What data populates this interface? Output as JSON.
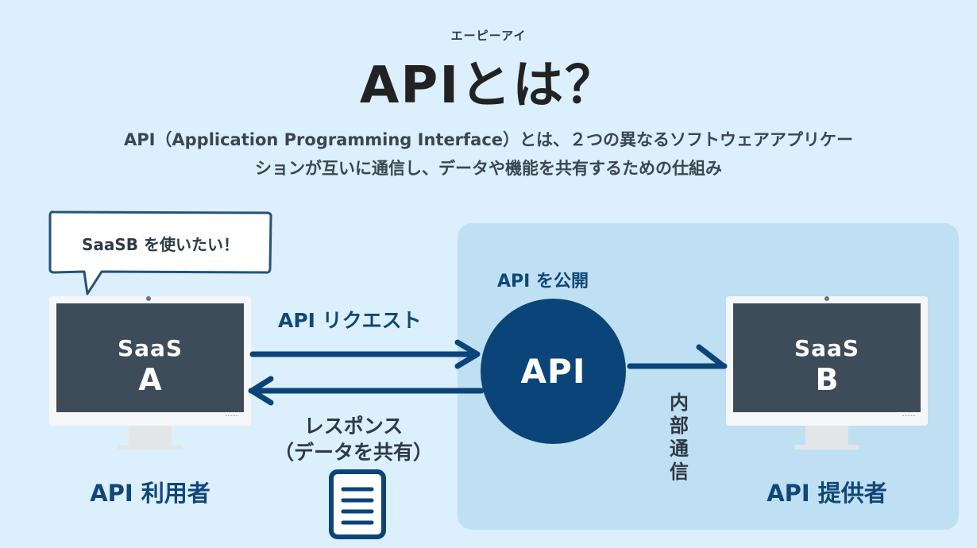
{
  "header": {
    "ruby": "エーピーアイ",
    "title": "APIとは？",
    "subtitle_line1": "API（Application Programming Interface）とは、２つの異なるソフトウェアアプリケー",
    "subtitle_line2": "ションが互いに通信し、データや機能を共有するための仕組み"
  },
  "speech_bubble": "SaaSB を使いたい！",
  "left_monitor": {
    "line1": "SaaS",
    "line2": "A",
    "caption": "API 利用者"
  },
  "right_monitor": {
    "line1": "SaaS",
    "line2": "B",
    "caption": "API 提供者"
  },
  "panel_label": "API を公開",
  "api_circle": "API",
  "request_label": "API リクエスト",
  "response_label_line1": "レスポンス",
  "response_label_line2": "（データを共有）",
  "internal_label": [
    "内",
    "部",
    "通",
    "信"
  ],
  "colors": {
    "background": "#dbeffd",
    "panel": "#bfdff2",
    "accent": "#0b4478",
    "screen": "#3e4c59"
  }
}
